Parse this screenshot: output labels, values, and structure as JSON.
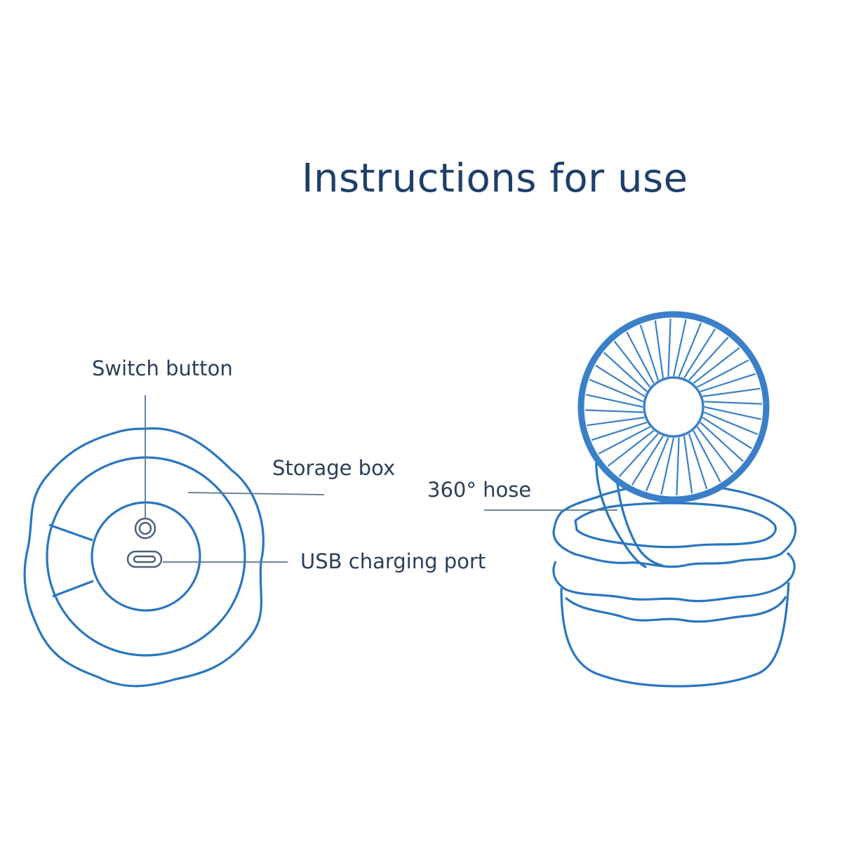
{
  "title": "Instructions for use",
  "labels": {
    "switch_button": "Switch button",
    "storage_box": "Storage box",
    "usb_charging_port": "USB charging port",
    "hose": "360° hose"
  },
  "colors": {
    "outline": "#2a76c0",
    "fan_ring": "#3a80c8",
    "leader_line": "#5a7590",
    "title_text": "#1e3f6b",
    "label_text": "#2b3f58"
  },
  "icons": {
    "power": "power-icon",
    "usb": "usb-c-port-icon"
  }
}
